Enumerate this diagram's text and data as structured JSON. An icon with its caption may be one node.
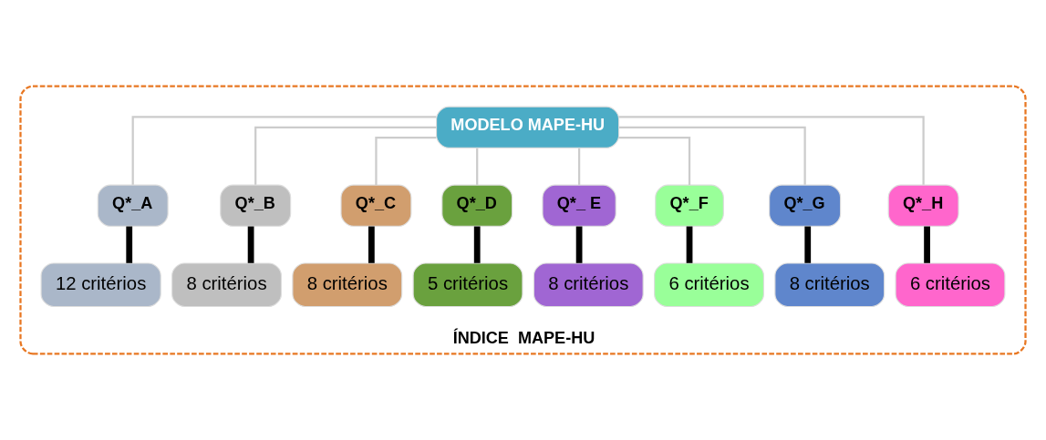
{
  "diagram": {
    "nodes": [
      {
        "text": [
          "ÍNDICE  MAPE-HU"
        ]
      },
      {
        "text": [
          "MODELO MAPE-HU"
        ],
        "in": 0
      },
      {
        "text": [
          "Q*_A"
        ],
        "in": 0
      },
      {
        "text": [
          "Q*_B"
        ],
        "in": 0
      },
      {
        "text": [
          "Q*_C"
        ],
        "in": 0
      },
      {
        "text": [
          "Q*_D"
        ],
        "in": 0
      },
      {
        "text": [
          "Q*_ E"
        ],
        "in": 0
      },
      {
        "text": [
          "Q*_F"
        ],
        "in": 0
      },
      {
        "text": [
          "Q*_G"
        ],
        "in": 0
      },
      {
        "text": [
          "Q*_H"
        ],
        "in": 0
      },
      {
        "text": [
          "12 critérios"
        ],
        "in": 0
      },
      {
        "text": [
          "8 critérios"
        ],
        "in": 0
      },
      {
        "text": [
          "8 critérios"
        ],
        "in": 0
      },
      {
        "text": [
          "5 critérios"
        ],
        "in": 0
      },
      {
        "text": [
          "8 critérios"
        ],
        "in": 0
      },
      {
        "text": [
          "6 critérios"
        ],
        "in": 0
      },
      {
        "text": [
          "8 critérios"
        ],
        "in": 0
      },
      {
        "text": [
          "6 critérios"
        ],
        "in": 0
      }
    ],
    "edges": [
      {
        "from": 1,
        "to": 2,
        "arrow": "none",
        "color": "#cccccc"
      },
      {
        "from": 1,
        "to": 3,
        "arrow": "none",
        "color": "#cccccc"
      },
      {
        "from": 1,
        "to": 4,
        "arrow": "none",
        "color": "#cccccc"
      },
      {
        "from": 1,
        "to": 5,
        "arrow": "none",
        "color": "#cccccc"
      },
      {
        "from": 1,
        "to": 6,
        "arrow": "none",
        "color": "#cccccc"
      },
      {
        "from": 1,
        "to": 7,
        "arrow": "none",
        "color": "#cccccc"
      },
      {
        "from": 1,
        "to": 8,
        "arrow": "none",
        "color": "#cccccc"
      },
      {
        "from": 1,
        "to": 9,
        "arrow": "none",
        "color": "#cccccc"
      },
      {
        "from": 2,
        "to": 10,
        "arrow": "none",
        "style": "thick",
        "color": "#000000"
      },
      {
        "from": 3,
        "to": 11,
        "arrow": "none",
        "style": "thick",
        "color": "#000000"
      },
      {
        "from": 4,
        "to": 12,
        "arrow": "none",
        "style": "thick",
        "color": "#000000"
      },
      {
        "from": 5,
        "to": 13,
        "arrow": "none",
        "style": "thick",
        "color": "#000000"
      },
      {
        "from": 6,
        "to": 14,
        "arrow": "none",
        "style": "thick",
        "color": "#000000"
      },
      {
        "from": 7,
        "to": 15,
        "arrow": "none",
        "style": "thick",
        "color": "#000000"
      },
      {
        "from": 8,
        "to": 16,
        "arrow": "none",
        "style": "thick",
        "color": "#000000"
      },
      {
        "from": 9,
        "to": 17,
        "arrow": "none",
        "style": "thick",
        "color": "#000000"
      }
    ]
  }
}
